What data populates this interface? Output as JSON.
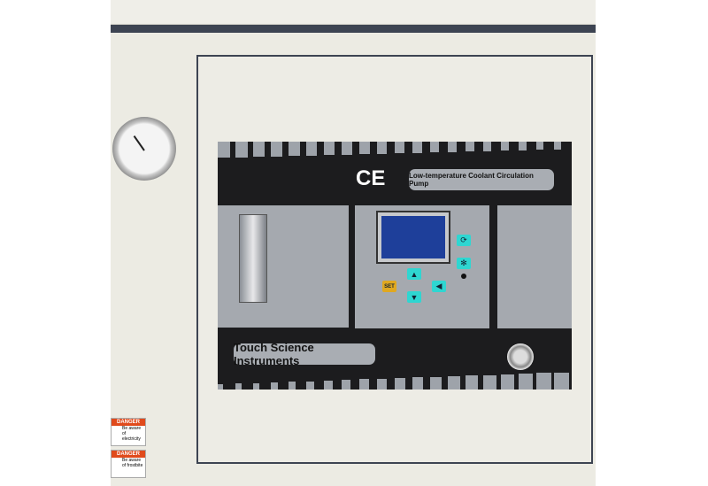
{
  "panel": {
    "ce_mark": "CE",
    "product_title": "Low-temperature Coolant Circulation Pump",
    "brand": "Touch Science Instruments",
    "keys": {
      "set": "SET",
      "up": "▲",
      "down": "▼",
      "left": "◀",
      "cycle": "⟳",
      "cool": "✻"
    }
  },
  "warning_labels": [
    {
      "heading": "DANGER",
      "text": "Be aware of electricity"
    },
    {
      "heading": "DANGER",
      "text": "Be aware of frostbite"
    }
  ],
  "colors": {
    "panel": "#1c1c1e",
    "keys": "#2fd6d1",
    "set_key": "#e0a820",
    "screen": "#1e3f9a",
    "cabinet": "#ecebe3"
  }
}
